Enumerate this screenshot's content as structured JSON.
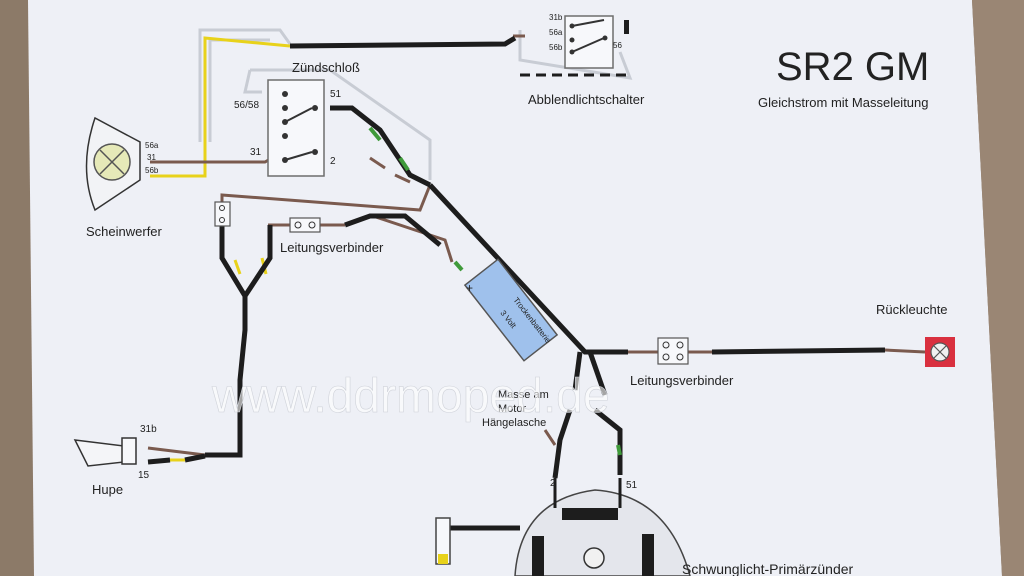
{
  "colors": {
    "background": "#8c7a68",
    "paper": "#eef0f6",
    "black_wire": "#1d1d1d",
    "brown_wire": "#7a5a4e",
    "yellow_wire": "#e8d21a",
    "green_wire": "#3f9a3a",
    "gray_wire": "#c8ccd4",
    "battery": "#9fc1ec",
    "tail_lamp": "#d9303f",
    "head_lamp": "#e6e9b8",
    "watermark": "#ffffff"
  },
  "diagram": {
    "title": "SR2 GM",
    "subtitle": "Gleichstrom mit Masseleitung",
    "watermark": "www.ddrmoped.de"
  },
  "components": {
    "headlight": {
      "label": "Scheinwerfer",
      "terminals": [
        "56a",
        "31",
        "56b"
      ],
      "icon": "headlight-bulb-icon"
    },
    "ignition_switch": {
      "label": "Zündschloß",
      "terminals": [
        "56/58",
        "51",
        "31",
        "2"
      ]
    },
    "dimmer_switch": {
      "label": "Abblendlichtschalter",
      "terminals": [
        "31b",
        "56a",
        "56b",
        "56"
      ]
    },
    "connector_1": {
      "label": "Leitungsverbinder"
    },
    "connector_2": {
      "label": "Leitungsverbinder"
    },
    "battery": {
      "label": "Trockenbatterie",
      "voltage": "3 Volt",
      "polarity": [
        "+",
        "-"
      ]
    },
    "tail_light": {
      "label": "Rückleuchte",
      "icon": "tail-lamp-icon"
    },
    "ground_note": [
      "Masse am",
      "Motor",
      "Hängelasche"
    ],
    "horn": {
      "label": "Hupe",
      "terminals": [
        "31b",
        "15"
      ],
      "icon": "horn-icon"
    },
    "magneto": {
      "label": "Schwunglicht-Primärzünder",
      "terminals": [
        "2",
        "51"
      ]
    }
  }
}
